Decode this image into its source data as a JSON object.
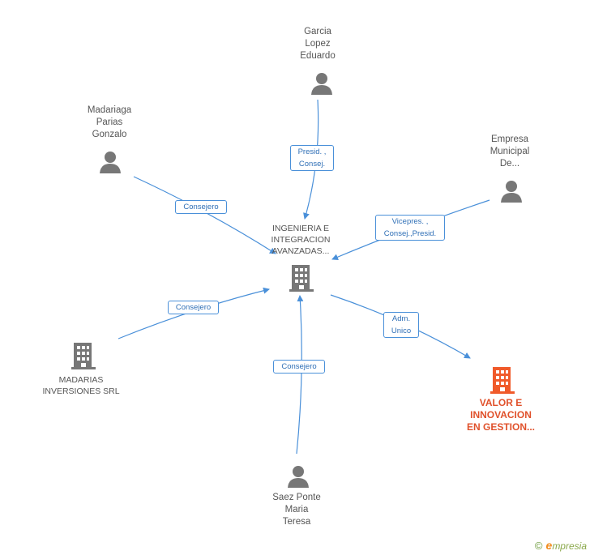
{
  "nodes": {
    "center": {
      "label": "INGENIERIA E\nINTEGRACION\nAVANZADAS...",
      "icon": "building-icon"
    },
    "garcia": {
      "label": "Garcia\nLopez\nEduardo",
      "icon": "person-icon"
    },
    "madariaga": {
      "label": "Madariaga\nParias\nGonzalo",
      "icon": "person-icon"
    },
    "empresa": {
      "label": "Empresa\nMunicipal\nDe...",
      "icon": "person-icon"
    },
    "madarias": {
      "label": "MADARIAS\nINVERSIONES SRL",
      "icon": "building-icon"
    },
    "saez": {
      "label": "Saez Ponte\nMaria\nTeresa",
      "icon": "person-icon"
    },
    "valor": {
      "label": "VALOR E\nINNOVACION\nEN GESTION...",
      "icon": "building-icon"
    }
  },
  "edges": {
    "garcia": "Presid. ,\nConsej.",
    "madariaga": "Consejero",
    "empresa": "Vicepres. ,\nConsej.,Presid.",
    "madarias": "Consejero",
    "saez": "Consejero",
    "valor": "Adm.\nUnico"
  },
  "colors": {
    "edge": "#4a90d9",
    "icon": "#777777",
    "highlight": "#f05a2a"
  },
  "footer": {
    "copyright": "©",
    "brand_e": "e",
    "brand_rest": "mpresia"
  }
}
